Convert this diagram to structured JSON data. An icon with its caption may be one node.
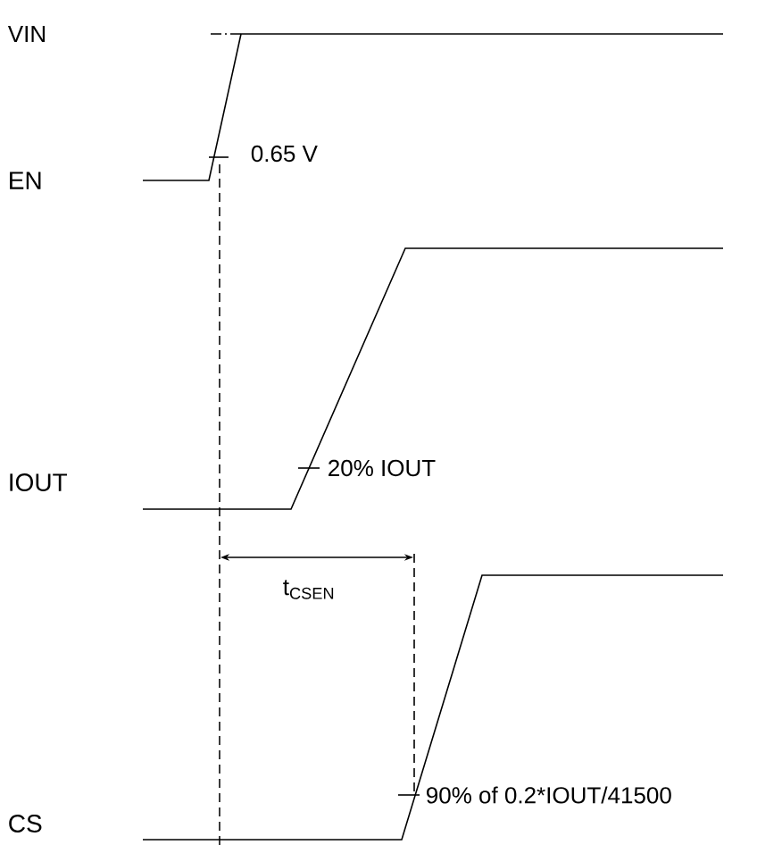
{
  "diagram": {
    "labels": [
      "VIN",
      "EN",
      "0.65 V",
      "IOUT",
      "20% IOUT",
      "t$_{CSEN}$",
      "CS",
      "90% of 0.2*IOUT/41500"
    ]
  }
}
